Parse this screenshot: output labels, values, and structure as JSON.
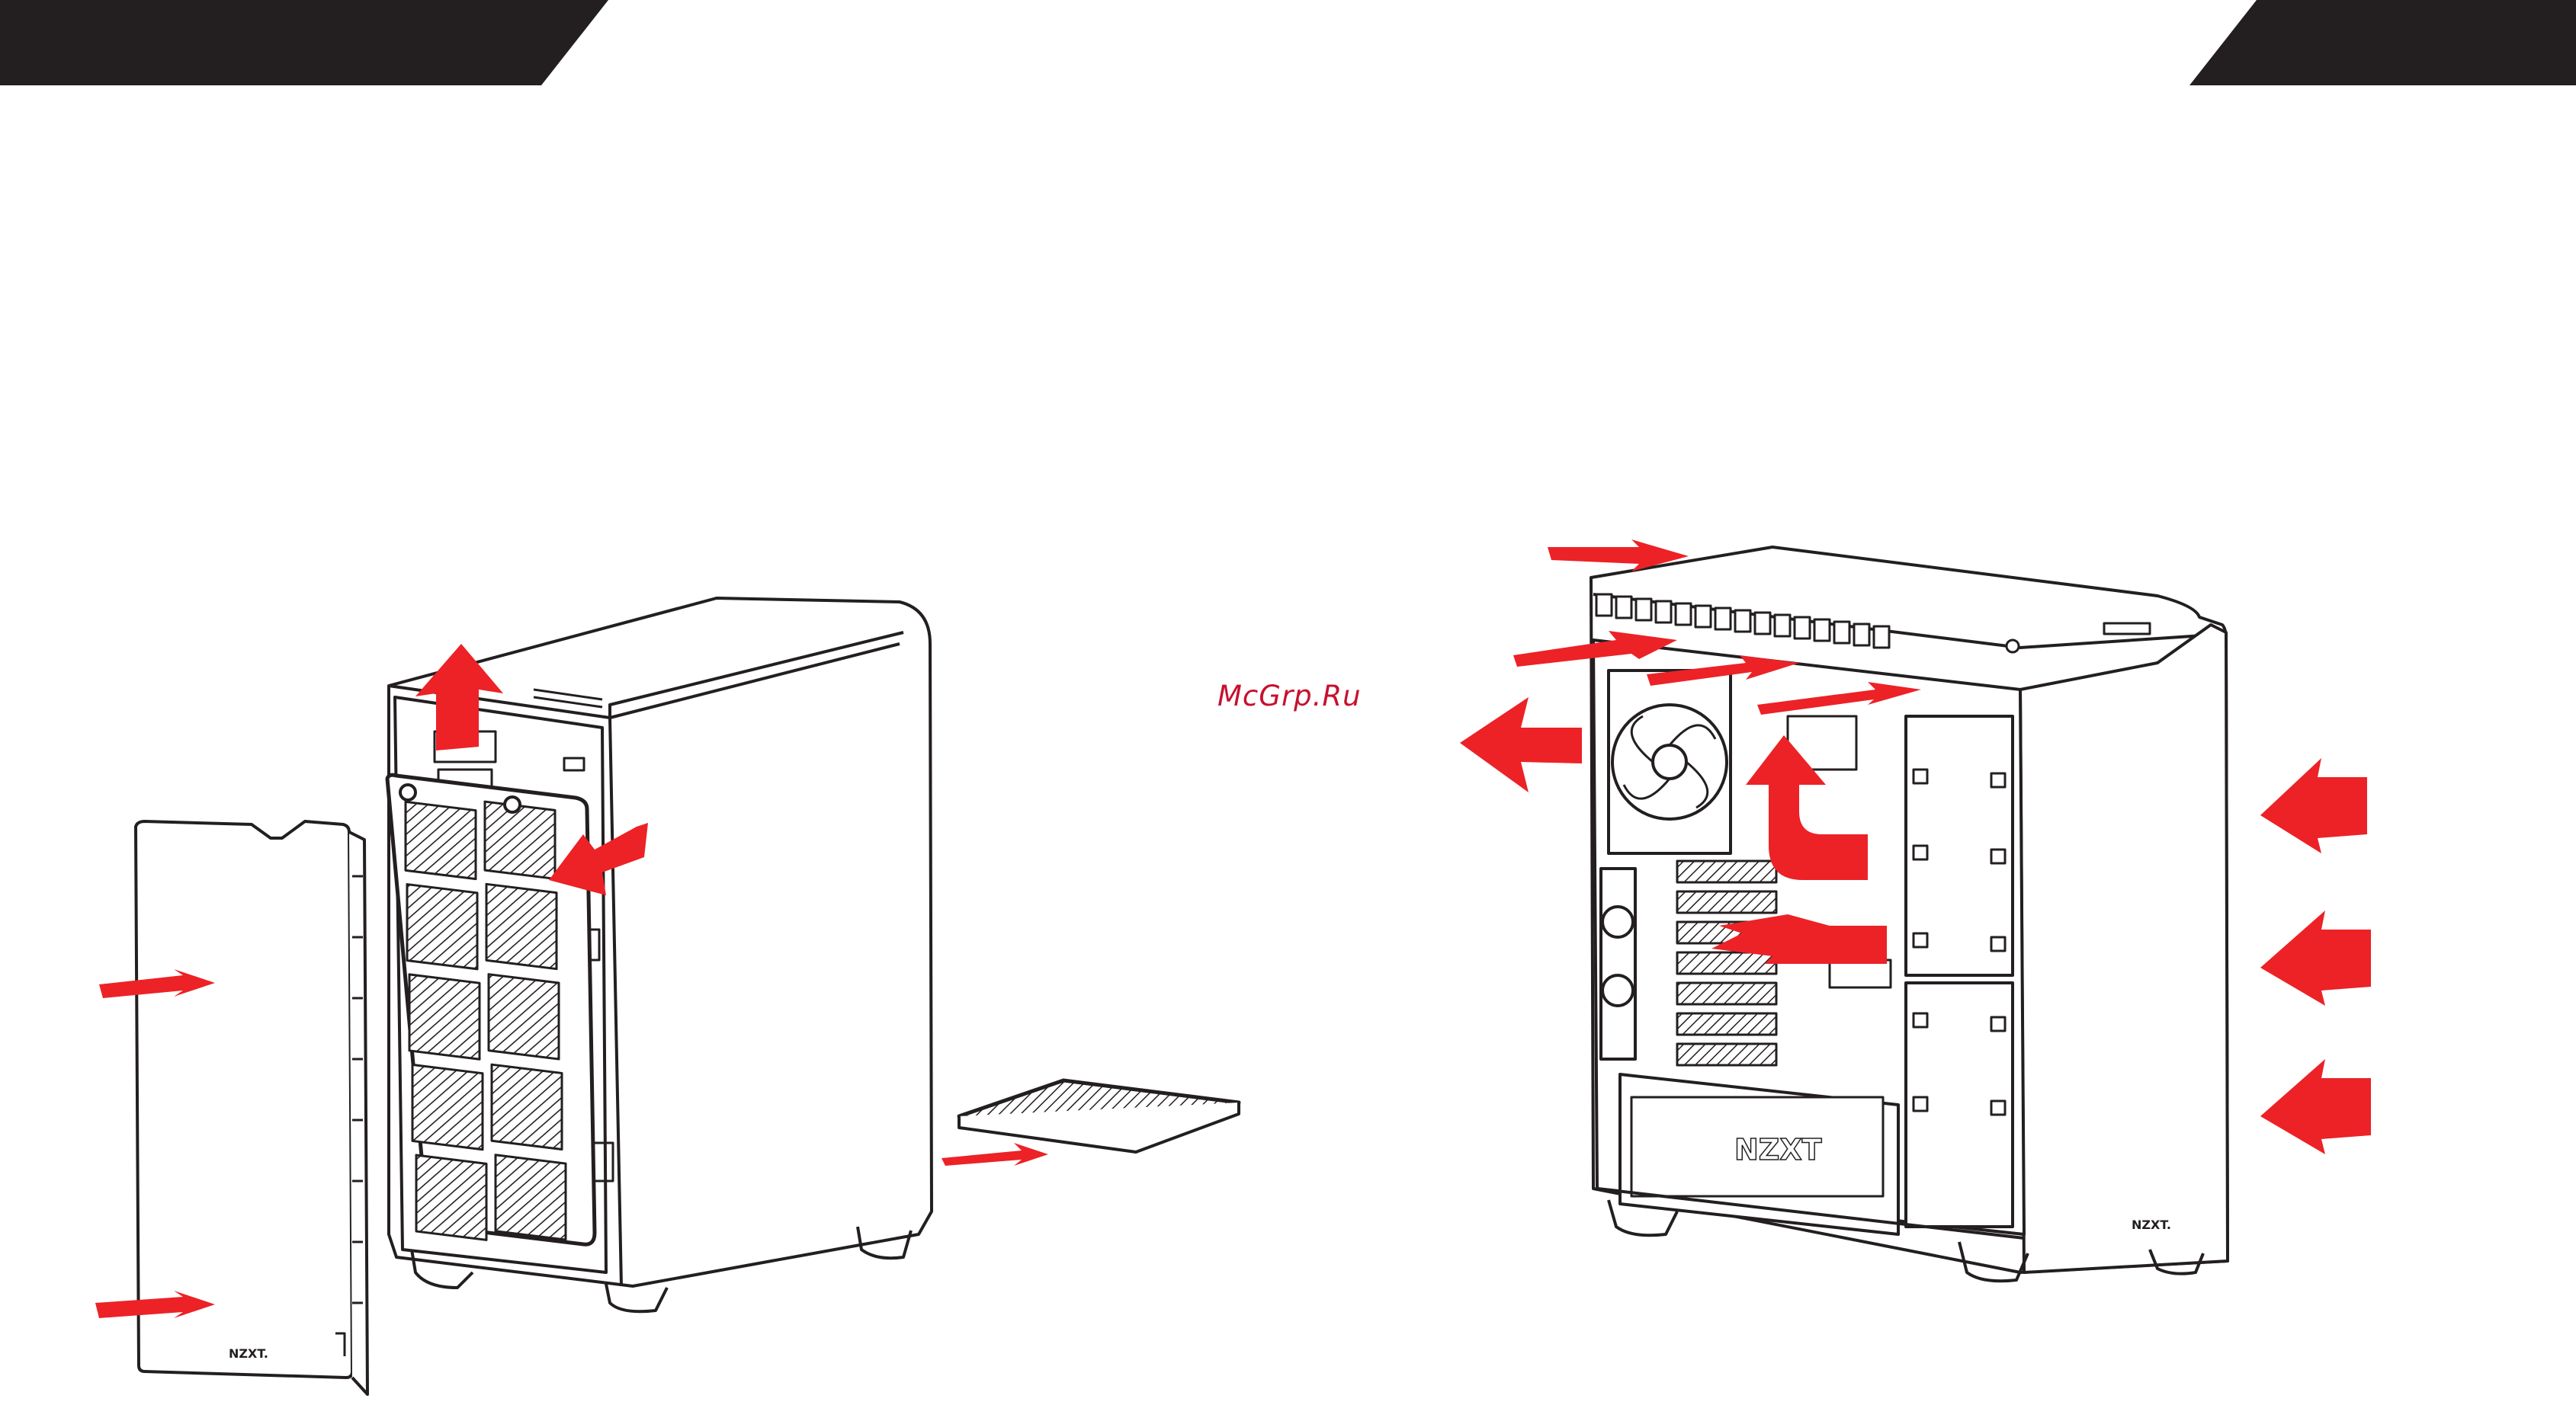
{
  "watermark": {
    "text": "McGrp.Ru"
  },
  "front_panel": {
    "logo": "NZXT."
  },
  "psu_shroud": {
    "logo": "NZXT"
  },
  "side_logo": {
    "text": "NZXT."
  },
  "colors": {
    "header_band": "#231f20",
    "airflow_arrow": "#ec2227",
    "line_art": "#231f20",
    "watermark": "#c8102e"
  }
}
